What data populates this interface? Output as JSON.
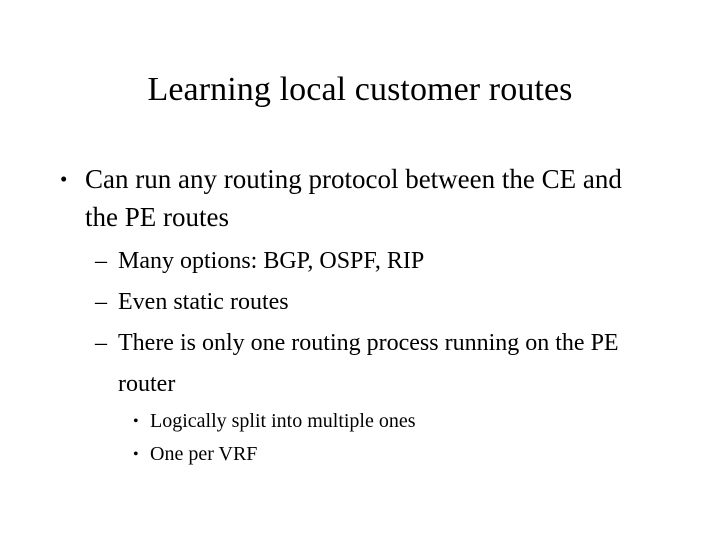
{
  "slide": {
    "background_color": "#ffffff",
    "text_color": "#000000",
    "title": "Learning local customer routes",
    "bullets": [
      {
        "level": 1,
        "marker": "•",
        "text": "Can run any routing protocol between the CE and the PE routes"
      },
      {
        "level": 2,
        "marker": "–",
        "text": "Many options: BGP, OSPF, RIP"
      },
      {
        "level": 2,
        "marker": "–",
        "text": "Even static routes"
      },
      {
        "level": 2,
        "marker": "–",
        "text": "There is only one routing process running on the PE router"
      },
      {
        "level": 3,
        "marker": "•",
        "text": "Logically split into multiple ones"
      },
      {
        "level": 3,
        "marker": "•",
        "text": "One per VRF"
      }
    ]
  }
}
